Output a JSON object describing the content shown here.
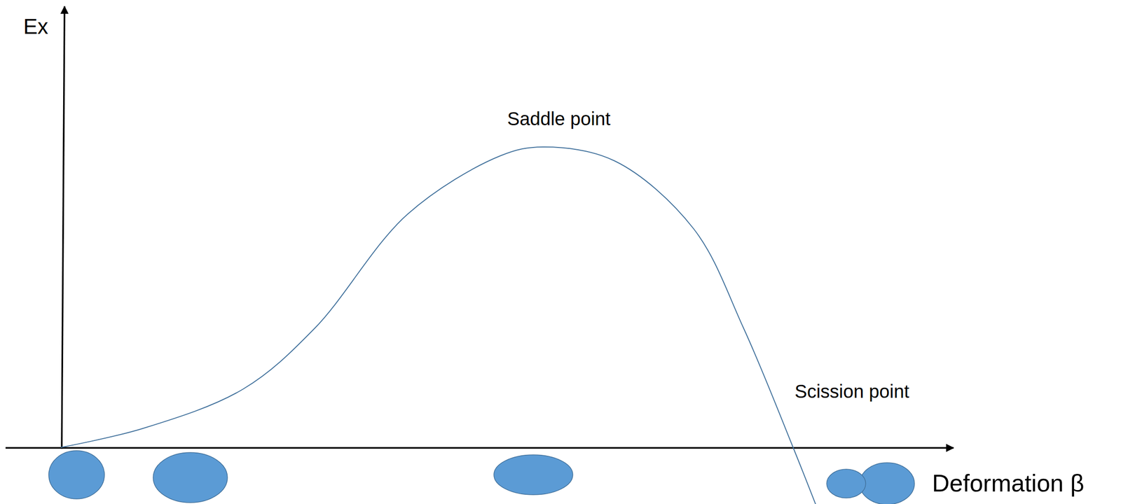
{
  "diagram": {
    "labels": [
      "Ex",
      "Saddle point",
      "Scission point",
      "Deformation β"
    ]
  }
}
